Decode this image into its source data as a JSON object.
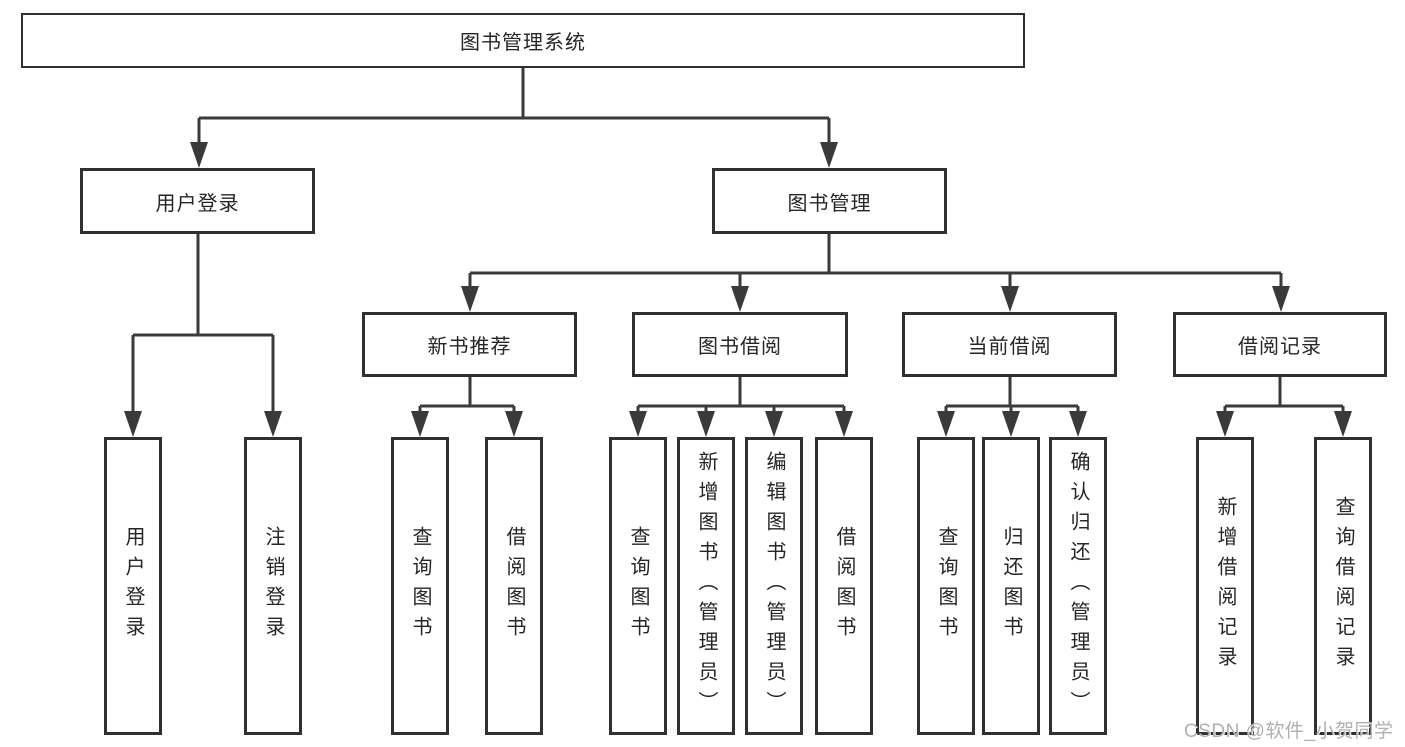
{
  "tree": {
    "root": {
      "label": "图书管理系统"
    },
    "branches": [
      {
        "label": "用户登录",
        "children": [
          {
            "label": "用户登录"
          },
          {
            "label": "注销登录"
          }
        ]
      },
      {
        "label": "图书管理",
        "children": [
          {
            "label": "新书推荐",
            "children": [
              {
                "label": "查询图书"
              },
              {
                "label": "借阅图书"
              }
            ]
          },
          {
            "label": "图书借阅",
            "children": [
              {
                "label": "查询图书"
              },
              {
                "label": "新增图书（管理员）"
              },
              {
                "label": "编辑图书（管理员）"
              },
              {
                "label": "借阅图书"
              }
            ]
          },
          {
            "label": "当前借阅",
            "children": [
              {
                "label": "查询图书"
              },
              {
                "label": "归还图书"
              },
              {
                "label": "确认归还（管理员）"
              }
            ]
          },
          {
            "label": "借阅记录",
            "children": [
              {
                "label": "新增借阅记录"
              },
              {
                "label": "查询借阅记录"
              }
            ]
          }
        ]
      }
    ]
  },
  "watermark": {
    "text": "CSDN @软件_小贺同学"
  },
  "colors": {
    "line": "#3a3a3a",
    "border": "#303030",
    "fill": "#ffffff",
    "text": "#262626",
    "watermark": "#b0b0b0",
    "bg": "#ffffff"
  }
}
